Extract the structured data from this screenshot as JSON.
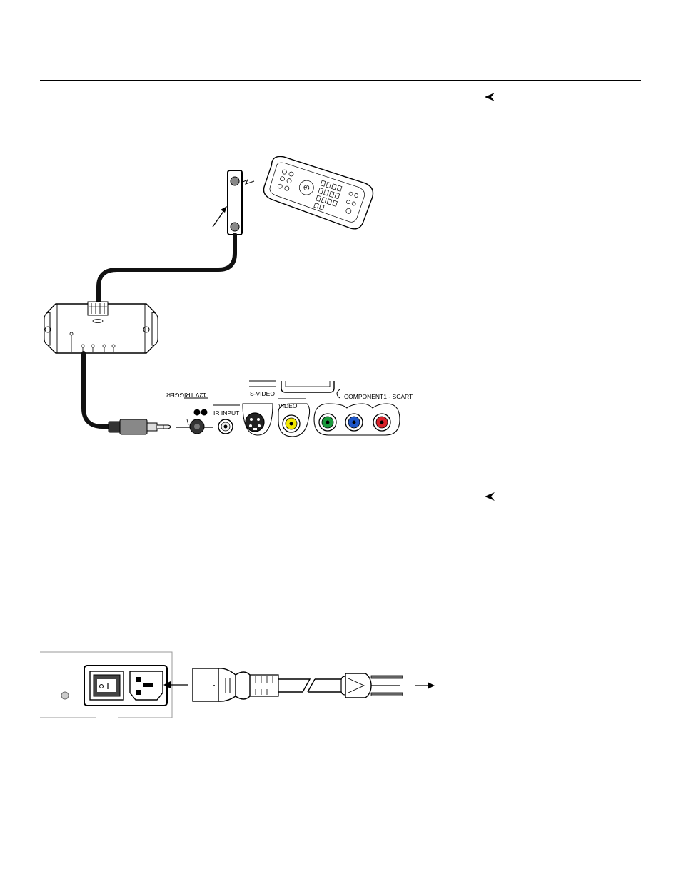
{
  "panel_labels": {
    "twelve_v_trigger": "12V TRIGGER",
    "ir_input": "IR INPUT",
    "s_video": "S-VIDEO",
    "video": "VIDEO",
    "component": "COMPONENT1 - SCART"
  },
  "icons": [
    "ir-sensor-icon",
    "remote-control-icon",
    "ir-receiver-hub-icon",
    "mini-jack-plug-icon",
    "power-inlet-icon",
    "power-cord-icon"
  ],
  "colors": {
    "line": "#000000",
    "rca_yellow": "#f2e600",
    "rca_green": "#1a9a3c",
    "rca_blue": "#1e56c8",
    "rca_red": "#d8222a"
  }
}
